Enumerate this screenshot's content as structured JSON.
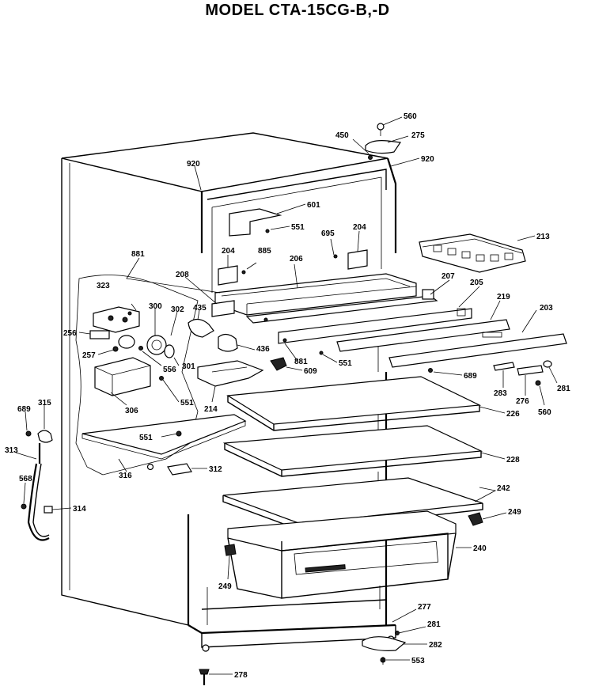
{
  "title": "MODEL CTA-15CG-B,-D",
  "callouts": [
    {
      "id": "c560a",
      "text": "560"
    },
    {
      "id": "c450",
      "text": "450"
    },
    {
      "id": "c275",
      "text": "275"
    },
    {
      "id": "c920a",
      "text": "920"
    },
    {
      "id": "c920b",
      "text": "920"
    },
    {
      "id": "c601",
      "text": "601"
    },
    {
      "id": "c551a",
      "text": "551"
    },
    {
      "id": "c695",
      "text": "695"
    },
    {
      "id": "c204a",
      "text": "204"
    },
    {
      "id": "c213",
      "text": "213"
    },
    {
      "id": "c881a",
      "text": "881"
    },
    {
      "id": "c204b",
      "text": "204"
    },
    {
      "id": "c885",
      "text": "885"
    },
    {
      "id": "c206",
      "text": "206"
    },
    {
      "id": "c208",
      "text": "208"
    },
    {
      "id": "c207",
      "text": "207"
    },
    {
      "id": "c205",
      "text": "205"
    },
    {
      "id": "c323",
      "text": "323"
    },
    {
      "id": "c300",
      "text": "300"
    },
    {
      "id": "c302",
      "text": "302"
    },
    {
      "id": "c435",
      "text": "435"
    },
    {
      "id": "c219",
      "text": "219"
    },
    {
      "id": "c203",
      "text": "203"
    },
    {
      "id": "c256",
      "text": "256"
    },
    {
      "id": "c257",
      "text": "257"
    },
    {
      "id": "c436",
      "text": "436"
    },
    {
      "id": "c301",
      "text": "301"
    },
    {
      "id": "c881b",
      "text": "881"
    },
    {
      "id": "c551b",
      "text": "551"
    },
    {
      "id": "c556",
      "text": "556"
    },
    {
      "id": "c609",
      "text": "609"
    },
    {
      "id": "c689a",
      "text": "689"
    },
    {
      "id": "c551c",
      "text": "551"
    },
    {
      "id": "c306",
      "text": "306"
    },
    {
      "id": "c214",
      "text": "214"
    },
    {
      "id": "c283",
      "text": "283"
    },
    {
      "id": "c276",
      "text": "276"
    },
    {
      "id": "c281a",
      "text": "281"
    },
    {
      "id": "c226",
      "text": "226"
    },
    {
      "id": "c560b",
      "text": "560"
    },
    {
      "id": "c689b",
      "text": "689"
    },
    {
      "id": "c315",
      "text": "315"
    },
    {
      "id": "c551d",
      "text": "551"
    },
    {
      "id": "c313",
      "text": "313"
    },
    {
      "id": "c316",
      "text": "316"
    },
    {
      "id": "c228",
      "text": "228"
    },
    {
      "id": "c312",
      "text": "312"
    },
    {
      "id": "c568",
      "text": "568"
    },
    {
      "id": "c242",
      "text": "242"
    },
    {
      "id": "c314",
      "text": "314"
    },
    {
      "id": "c249a",
      "text": "249"
    },
    {
      "id": "c240",
      "text": "240"
    },
    {
      "id": "c249b",
      "text": "249"
    },
    {
      "id": "c277",
      "text": "277"
    },
    {
      "id": "c281b",
      "text": "281"
    },
    {
      "id": "c282",
      "text": "282"
    },
    {
      "id": "c553",
      "text": "553"
    },
    {
      "id": "c278",
      "text": "278"
    }
  ]
}
